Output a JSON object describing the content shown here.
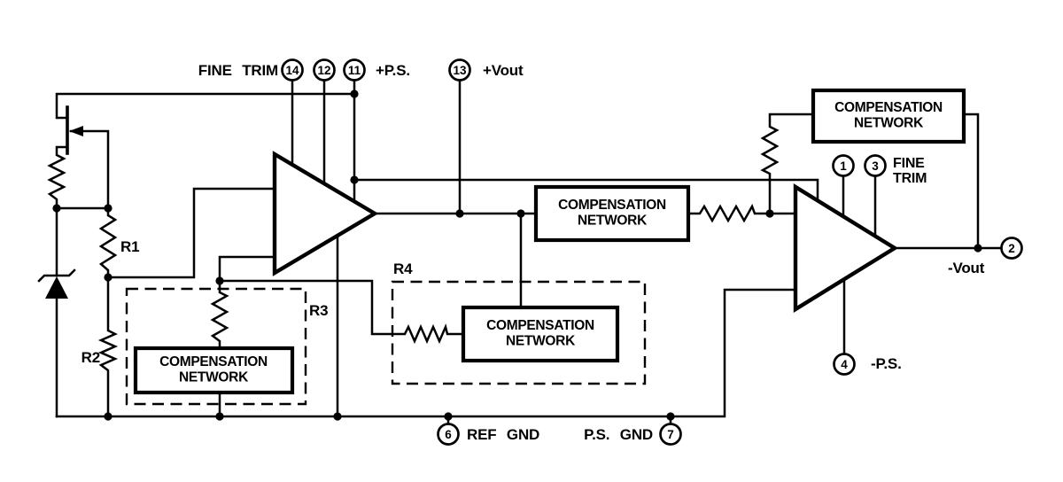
{
  "diagram": {
    "type": "analog-ic-functional-block-schematic",
    "colors": {
      "ink": "#000000",
      "background": "#ffffff"
    },
    "labels": {
      "fine_trim_top": "FINE TRIM",
      "plus_ps": "+P.S.",
      "plus_vout": "+Vout",
      "fine": "FINE",
      "trim": "TRIM",
      "minus_vout": "-Vout",
      "minus_ps": "-P.S.",
      "ref_gnd": "REF GND",
      "ps_gnd": "P.S. GND",
      "r1": "R1",
      "r2": "R2",
      "r3": "R3",
      "r4": "R4",
      "comp_line1": "COMPENSATION",
      "comp_line2": "NETWORK"
    },
    "pins": {
      "p14": "14",
      "p12": "12",
      "p11": "11",
      "p13": "13",
      "p1": "1",
      "p3": "3",
      "p2": "2",
      "p4": "4",
      "p6": "6",
      "p7": "7"
    }
  }
}
